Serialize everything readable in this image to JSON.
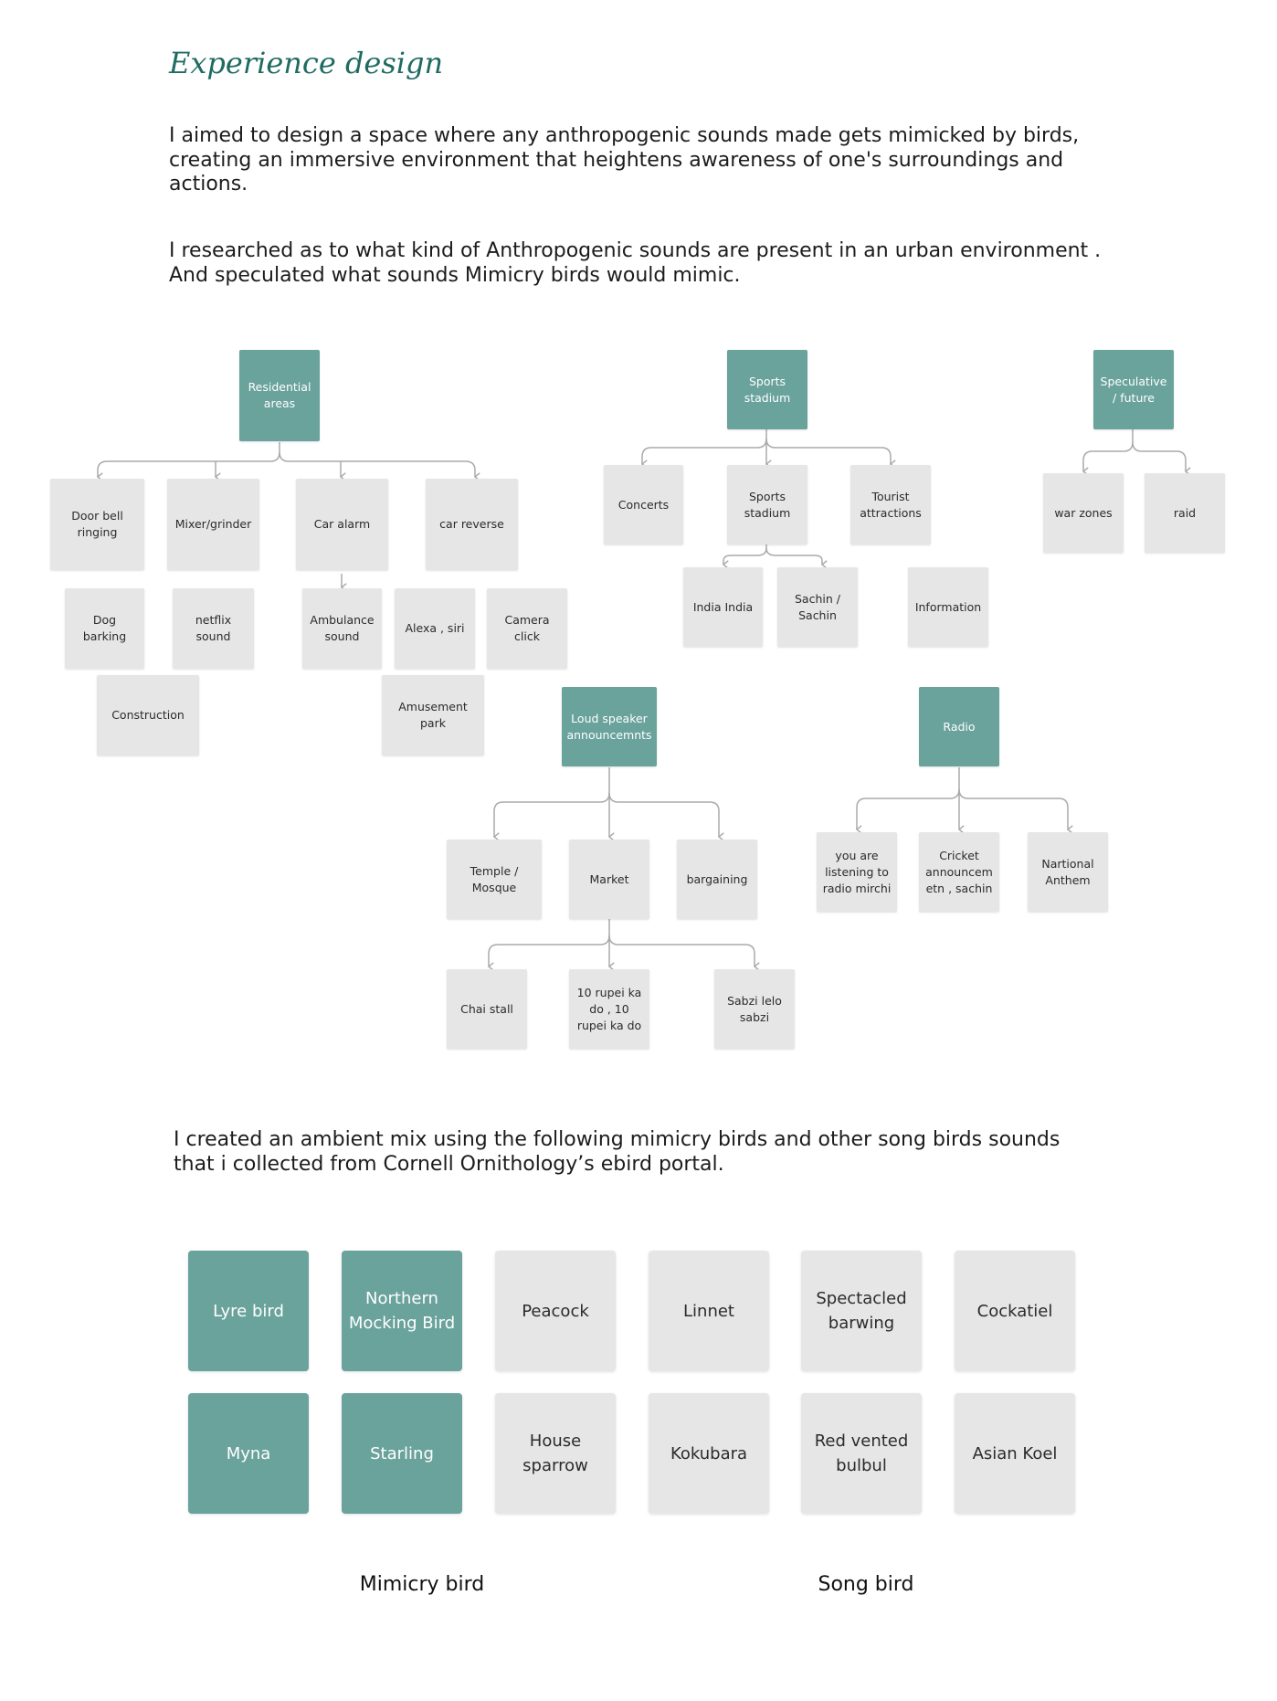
{
  "title": "Experience design",
  "intro_paragraph": "I aimed to design a space where any anthropogenic sounds made gets  mimicked by birds, creating an immersive environment that heightens awareness of one's surroundings and actions.",
  "research_paragraph": "I researched as to what kind of Anthropogenic sounds are present in an urban environment . And speculated what sounds Mimicry birds would mimic.",
  "mix_paragraph": "I created an ambient mix using the following mimicry  birds and other song birds  sounds that i collected from Cornell Ornithology’s ebird portal.",
  "colors": {
    "title": "#1f6b62",
    "head_node": "#6aa29c",
    "leaf_node": "#e6e6e6",
    "connector": "#aaaaaa"
  },
  "diagram": {
    "residential": {
      "head": "Residential areas",
      "door_bell": "Door bell ringing",
      "mixer": "Mixer/grinder",
      "car_alarm": "Car alarm",
      "car_reverse": "car reverse",
      "dog_barking": "Dog barking",
      "netflix": "netflix sound",
      "ambulance": "Ambulance sound",
      "alexa": "Alexa , siri",
      "camera": "Camera click",
      "construction": "Construction",
      "amusement": "Amusement park"
    },
    "stadium": {
      "head": "Sports stadium",
      "concerts": "Concerts",
      "sports_stadium": "Sports stadium",
      "tourist": "Tourist attractions",
      "india": "India India",
      "sachin": "Sachin / Sachin",
      "information": "Information"
    },
    "speculative": {
      "head": "Speculative / future",
      "war_zones": "war zones",
      "raid": "raid"
    },
    "loudspeaker": {
      "head": "Loud speaker announcemnts",
      "temple": "Temple / Mosque",
      "market": "Market",
      "bargaining": "bargaining",
      "chai": "Chai stall",
      "rupei": "10 rupei ka do , 10 rupei ka do",
      "sabzi": "Sabzi lelo sabzi"
    },
    "radio": {
      "head": "Radio",
      "mirchi": "you are listening to radio mirchi",
      "cricket": "Cricket announcem etn , sachin",
      "anthem": "Nartional Anthem"
    }
  },
  "birds": {
    "mimicry": [
      "Lyre bird",
      "Northern Mocking Bird",
      "Myna",
      "Starling"
    ],
    "song": [
      "Peacock",
      "Linnet",
      "Spectacled barwing",
      "Cockatiel",
      "House sparrow",
      "Kokubara",
      "Red vented bulbul",
      "Asian Koel"
    ],
    "mimicry_label": "Mimicry bird",
    "song_label": "Song bird"
  }
}
